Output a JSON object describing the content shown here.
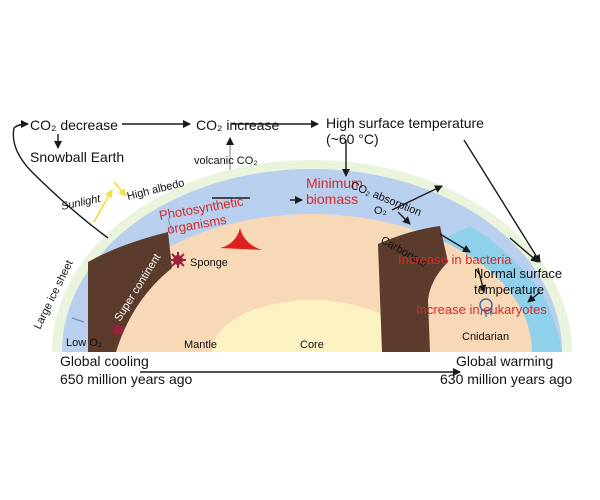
{
  "cycle": {
    "co2_decrease": "CO₂ decrease",
    "snowball_earth": "Snowball Earth",
    "co2_increase": "CO₂ increase",
    "volcanic_co2": "volcanic CO₂",
    "high_temp_line1": "High surface temperature",
    "high_temp_line2": "(~60 °C)",
    "minimum_biomass_line1": "Minimum",
    "minimum_biomass_line2": "biomass",
    "co2_absorption": "CO₂ absorption",
    "o2": "O₂",
    "carbonate": "Carbonate",
    "increase_bacteria": "Increase in bacteria",
    "normal_temp_line1": "Normal surface",
    "normal_temp_line2": "temperature",
    "increase_eukaryotes": "Increase in eukaryotes",
    "cnidarian": "Cnidarian"
  },
  "earth": {
    "sunlight": "Sunlight",
    "high_albedo": "High albedo",
    "photosynthetic_line1": "Photosynthetic",
    "photosynthetic_line2": "organisms",
    "large_ice_sheet": "Large ice sheet",
    "super_continent": "Super continent",
    "sponge": "Sponge",
    "low_o2": "Low O₂",
    "mantle": "Mantle",
    "core": "Core"
  },
  "timeline": {
    "left_line1": "Global cooling",
    "left_line2": "650 million years ago",
    "right_line1": "Global warming",
    "right_line2": "630 million years ago"
  },
  "colors": {
    "ice_sheet": "#eaf3dc",
    "atmosphere": "#b9cfee",
    "ocean": "#8fd0ea",
    "continent": "#5a3b2c",
    "mantle": "#f7d9b7",
    "core": "#fdf3c2",
    "highlight_red": "#d42a2a",
    "sun_arrow": "#f2e14a"
  }
}
